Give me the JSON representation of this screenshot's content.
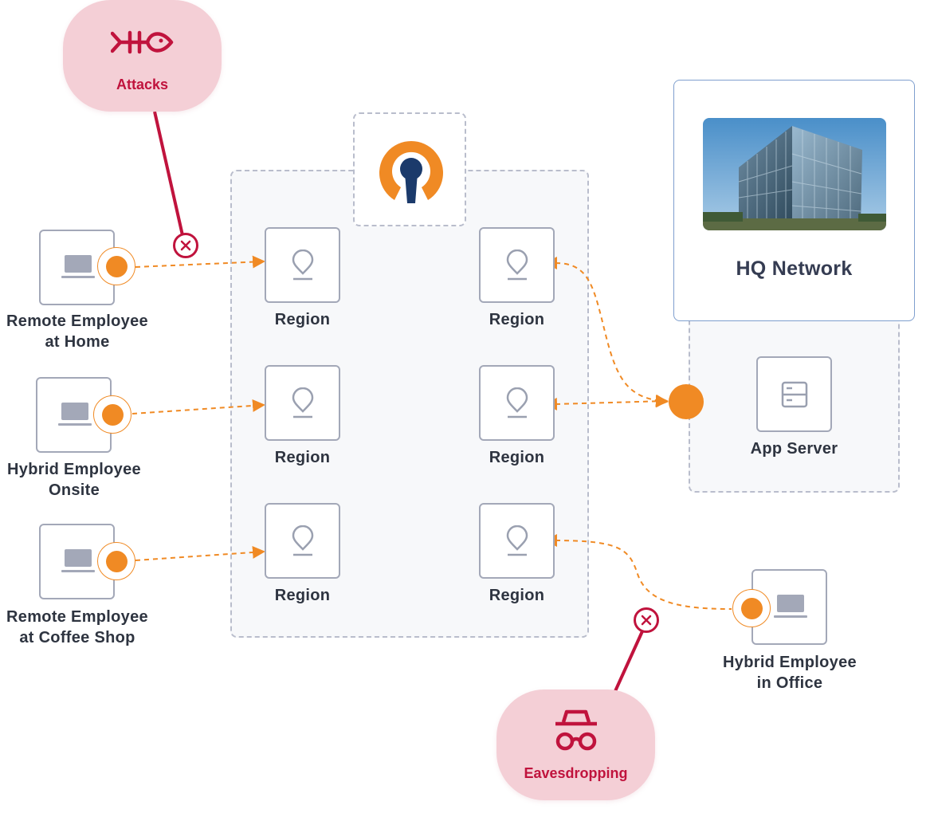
{
  "threats": {
    "attacks": {
      "label": "Attacks",
      "icon": "fishbone-icon",
      "color": "#c0133d"
    },
    "eavesdropping": {
      "label": "Eavesdropping",
      "icon": "spy-icon",
      "color": "#c0133d"
    }
  },
  "regions": [
    {
      "label": "Region"
    },
    {
      "label": "Region"
    },
    {
      "label": "Region"
    },
    {
      "label": "Region"
    },
    {
      "label": "Region"
    },
    {
      "label": "Region"
    }
  ],
  "clients": [
    {
      "line1": "Remote Employee",
      "line2": "at Home"
    },
    {
      "line1": "Hybrid Employee",
      "line2": "Onsite"
    },
    {
      "line1": "Remote Employee",
      "line2": "at Coffee Shop"
    },
    {
      "line1": "Hybrid Employee",
      "line2": "in Office"
    }
  ],
  "hq": {
    "title": "HQ Network",
    "image": "office-building-photo"
  },
  "app_server": {
    "label": "App Server",
    "icon": "server-icon"
  },
  "logo": {
    "icon": "openvpn-logo-icon"
  },
  "colors": {
    "accent": "#f08a24",
    "threat": "#c0133d",
    "threat_bg": "#f4cfd6",
    "border": "#a3a8b8",
    "logo_navy": "#1b3a6b"
  }
}
